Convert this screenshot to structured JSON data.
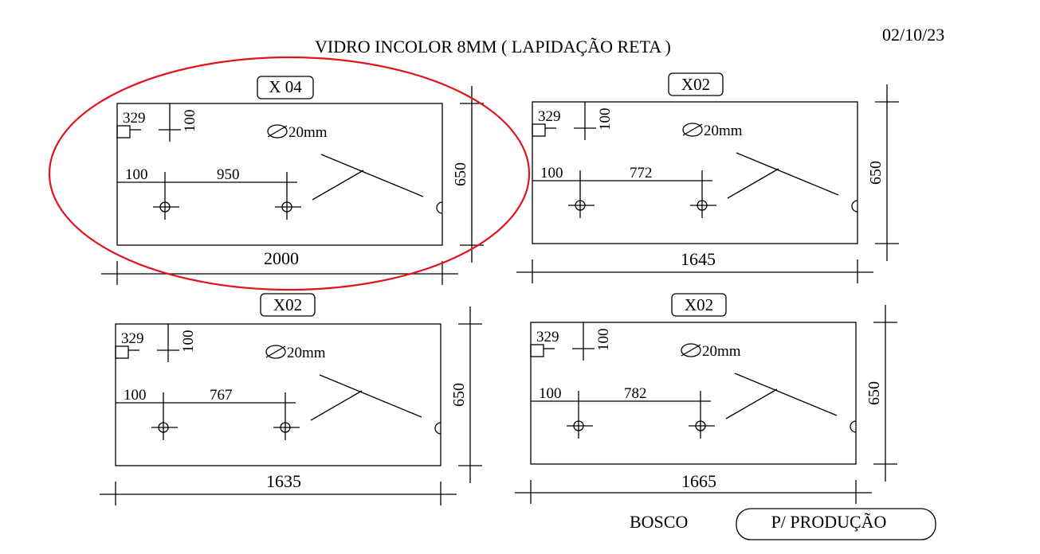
{
  "header": {
    "title": "VIDRO INCOLOR 8MM ( LAPIDAÇÃO RETA )",
    "date": "02/10/23"
  },
  "panels": [
    {
      "qty": "X 04",
      "corner_a": "329",
      "corner_b": "100",
      "hole": "20mm",
      "offset": "100",
      "spacing": "950",
      "height": "650",
      "width": "2000",
      "highlighted": true
    },
    {
      "qty": "X02",
      "corner_a": "329",
      "corner_b": "100",
      "hole": "20mm",
      "offset": "100",
      "spacing": "772",
      "height": "650",
      "width": "1645",
      "highlighted": false
    },
    {
      "qty": "X02",
      "corner_a": "329",
      "corner_b": "100",
      "hole": "20mm",
      "offset": "100",
      "spacing": "767",
      "height": "650",
      "width": "1635",
      "highlighted": false
    },
    {
      "qty": "X02",
      "corner_a": "329",
      "corner_b": "100",
      "hole": "20mm",
      "offset": "100",
      "spacing": "782",
      "height": "650",
      "width": "1665",
      "highlighted": false
    }
  ],
  "footer": {
    "client": "BOSCO",
    "status": "P/ PRODUÇÃO"
  },
  "colors": {
    "ink": "#000000",
    "highlight": "#e0141e"
  }
}
